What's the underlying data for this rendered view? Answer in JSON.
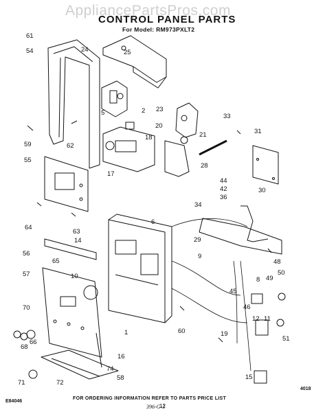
{
  "watermark": "AppliancePartsPros.com",
  "title": "CONTROL PANEL PARTS",
  "model_line": "For Model: RM973PXLT2",
  "figure_id": "4018",
  "footer_note": "FOR ORDERING INFORMATION REFER TO PARTS PRICE LIST",
  "doc_code": "E84046",
  "page_number": "12",
  "handwritten_note": "396-G-3",
  "callouts": [
    "61",
    "54",
    "24",
    "25",
    "2",
    "5",
    "23",
    "33",
    "31",
    "18",
    "20",
    "21",
    "59",
    "62",
    "28",
    "17",
    "55",
    "44",
    "42",
    "36",
    "30",
    "34",
    "64",
    "6",
    "63",
    "14",
    "29",
    "56",
    "9",
    "65",
    "48",
    "57",
    "10",
    "45",
    "8",
    "49",
    "50",
    "46",
    "70",
    "66",
    "68",
    "60",
    "12",
    "11",
    "19",
    "1",
    "51",
    "16",
    "74",
    "58",
    "71",
    "72",
    "15"
  ]
}
